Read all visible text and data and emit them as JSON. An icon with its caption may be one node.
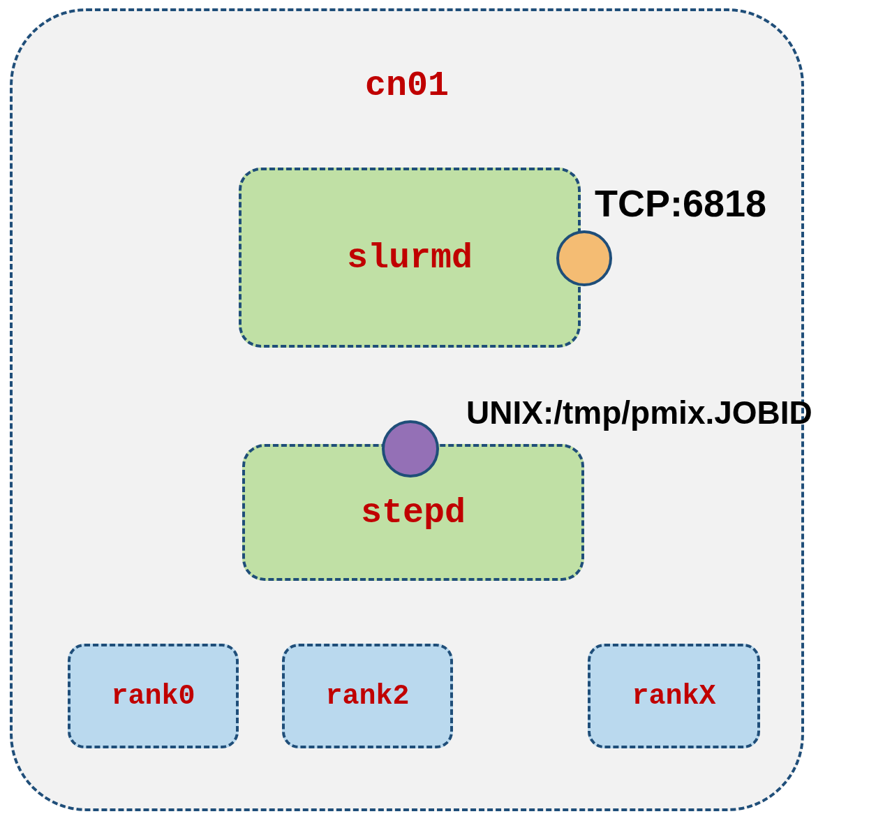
{
  "diagram": {
    "nodes": [
      {
        "text": [
          "cn01"
        ]
      },
      {
        "text": [
          "slurmd"
        ],
        "in": 0
      },
      {
        "text": [],
        "shape": "circle",
        "in": 0,
        "beside": [
          "TCP:6818"
        ]
      },
      {
        "text": [
          "stepd"
        ],
        "in": 0
      },
      {
        "text": [],
        "shape": "circle",
        "in": 0,
        "beside": [
          "UNIX:/tmp/pmix.JOBID"
        ]
      },
      {
        "text": [
          "rank0"
        ],
        "in": 0
      },
      {
        "text": [
          "rank2"
        ],
        "in": 0
      },
      {
        "text": [
          "rankX"
        ],
        "in": 0
      }
    ]
  }
}
